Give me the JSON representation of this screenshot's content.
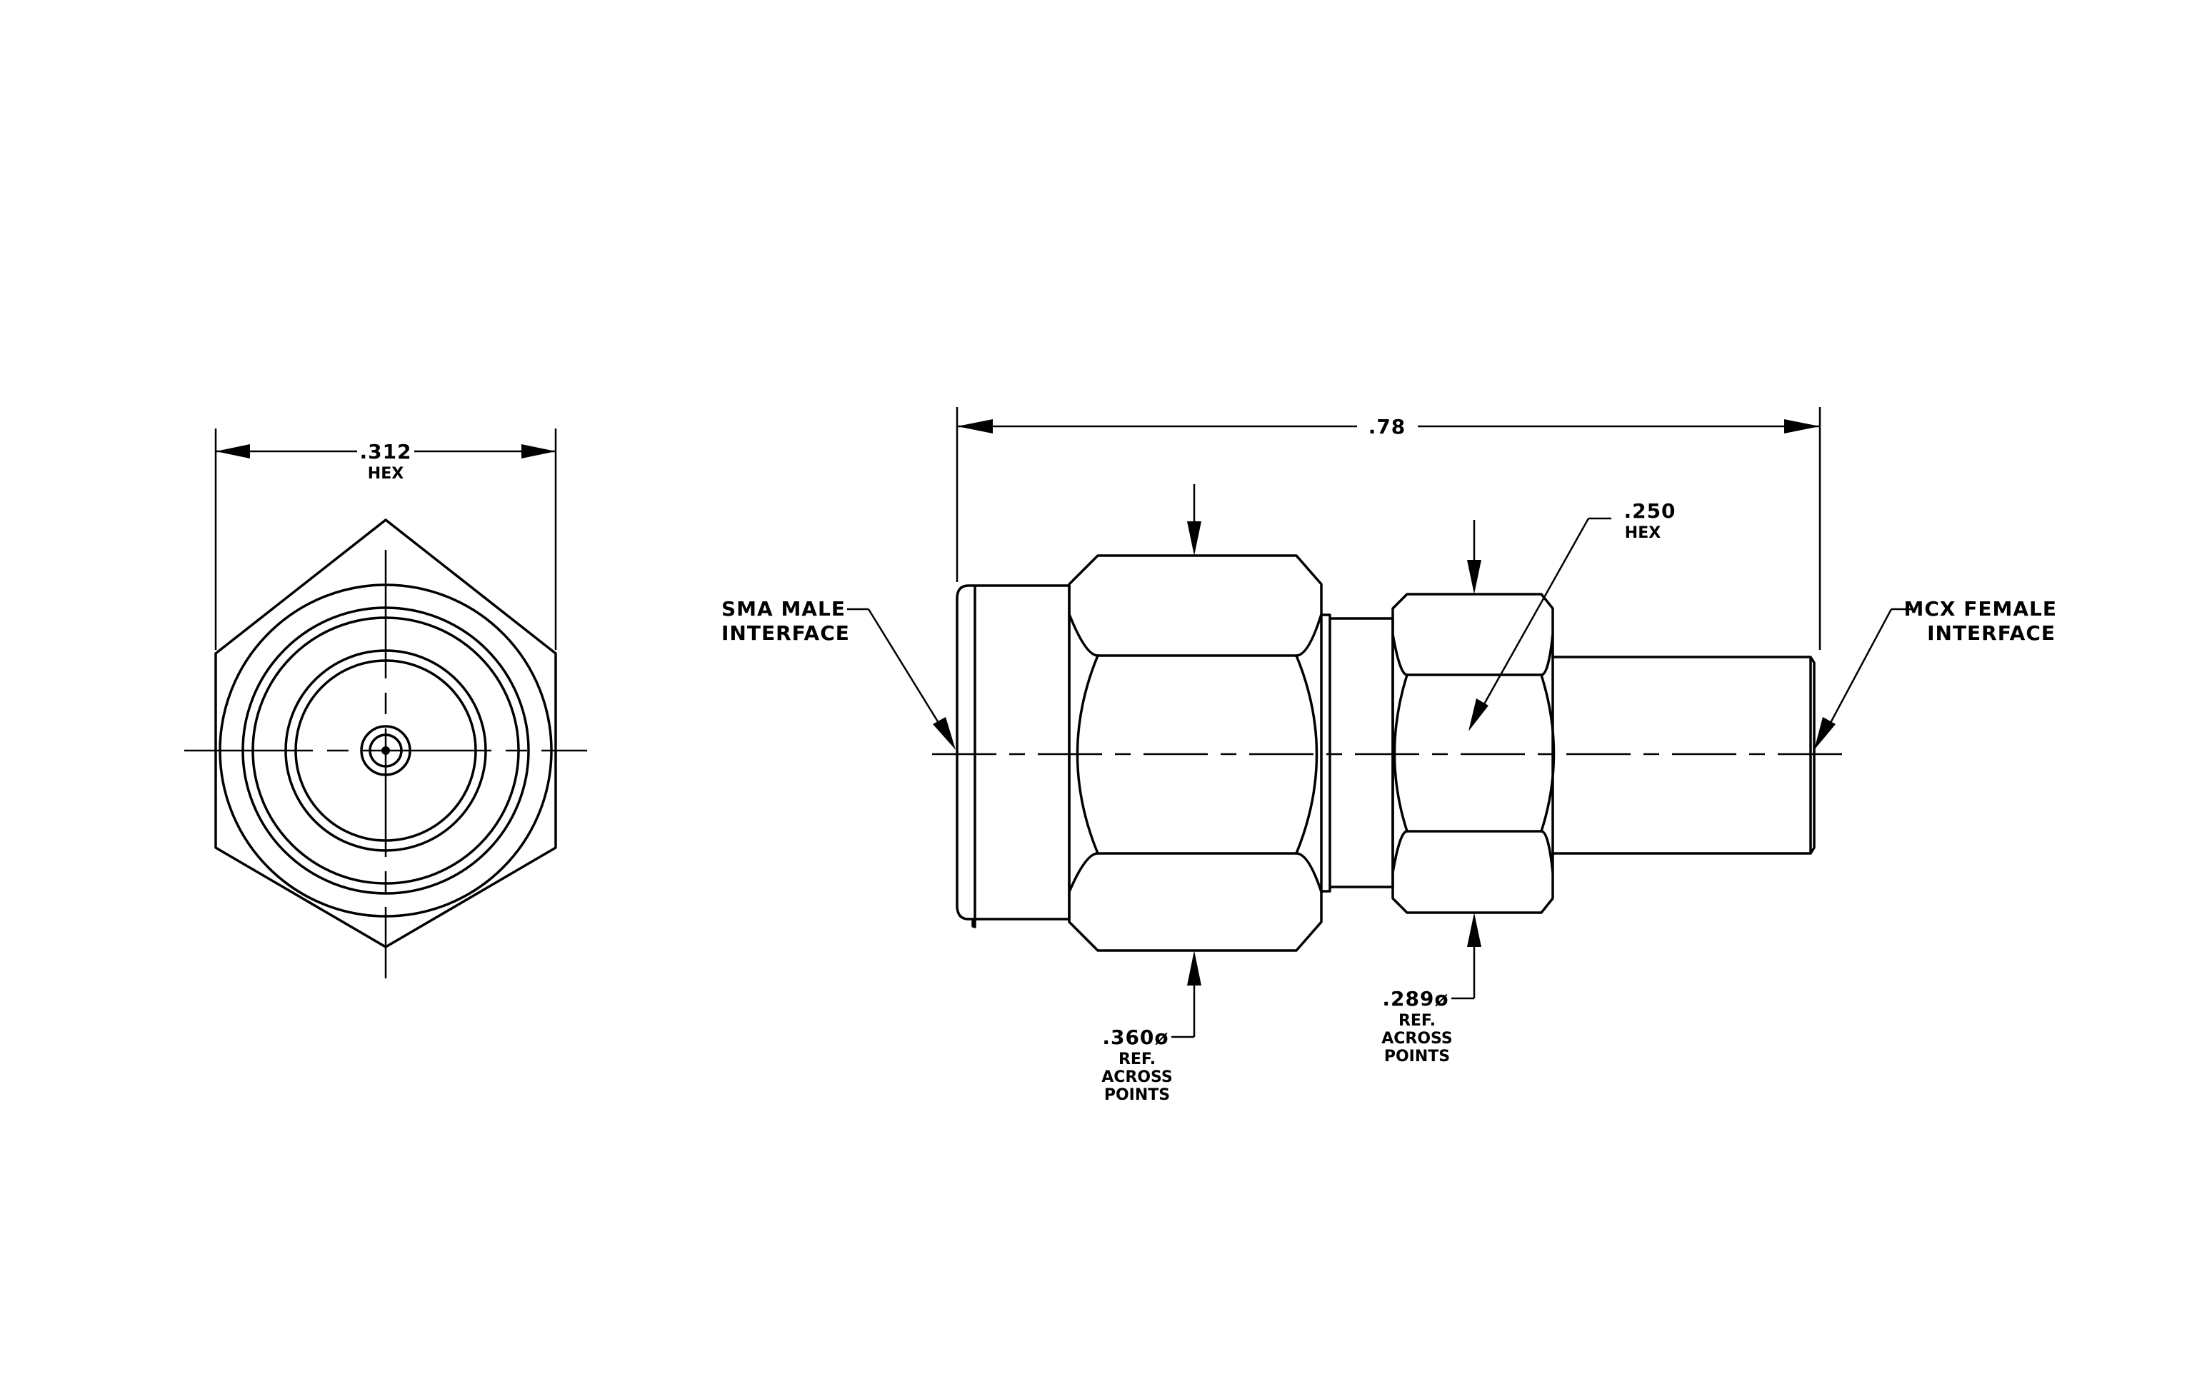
{
  "colors": {
    "ink": "#000000",
    "paper": "#ffffff"
  },
  "end_view": {
    "dim_value": ".312",
    "dim_note": "HEX"
  },
  "side_view": {
    "overall_length": ".78",
    "small_hex_value": ".250",
    "small_hex_note": "HEX",
    "left_label_line1": "SMA MALE",
    "left_label_line2": "INTERFACE",
    "right_label_line1": "MCX FEMALE",
    "right_label_line2": "INTERFACE",
    "large_hex_points_value": ".360ø",
    "large_hex_points_note1": "REF.",
    "large_hex_points_note2": "ACROSS",
    "large_hex_points_note3": "POINTS",
    "small_hex_points_value": ".289ø",
    "small_hex_points_note1": "REF.",
    "small_hex_points_note2": "ACROSS",
    "small_hex_points_note3": "POINTS"
  }
}
